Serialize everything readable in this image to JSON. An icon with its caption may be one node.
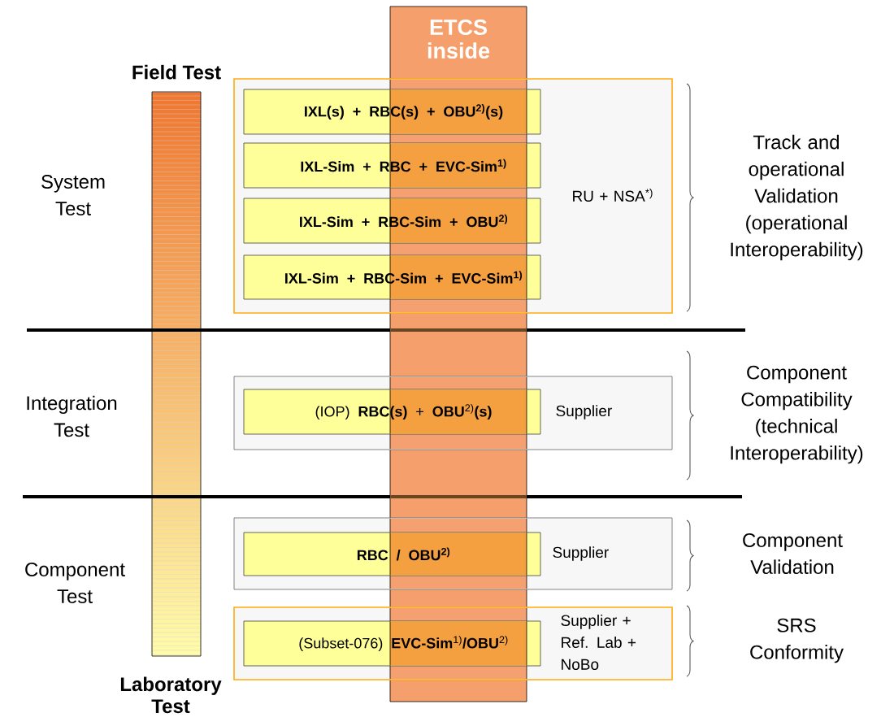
{
  "diagram": {
    "nodes": [
      {
        "text": [
          "RU + NSA$^{*)}$"
        ]
      },
      {
        "text": [
          "IXL(s)  +  RBC(s)  +  OBU$^{2)}$(s)"
        ],
        "in": 0
      },
      {
        "text": [
          "IXL-Sim  +  RBC  +  EVC-Sim$^{1)}$"
        ],
        "in": 0
      },
      {
        "text": [
          "IXL-Sim  + RBC-Sim  +  OBU$^{2)}$"
        ],
        "in": 0
      },
      {
        "text": [
          "IXL-Sim + RBC-Sim + EVC-Sim$^{1)}$"
        ],
        "in": 0
      },
      {
        "text": [
          "Supplier"
        ]
      },
      {
        "text": [
          "(IOP)  **RBC(s)**  +  **OBU**$^{2)}$**(s)**"
        ],
        "in": 5
      },
      {
        "text": [
          "Supplier"
        ]
      },
      {
        "text": [
          "RBC  /  OBU$^{2)}$"
        ],
        "in": 7
      },
      {
        "text": [
          "Supplier + Ref. Lab + NoBo"
        ]
      },
      {
        "text": [
          "(Subset-076)  **EVC-Sim**$^{1)}$**/OBU**$^{2)}$"
        ],
        "in": 9
      },
      {
        "text": [
          "ETCS inside"
        ]
      },
      {
        "text": [
          "Field Test",
          "Laboratory Test"
        ]
      }
    ],
    "labels": [
      "System Test",
      "Integration Test",
      "Component Test",
      "Track and operational Validation (operational Interoperability)",
      "Component Compatibility (technical Interoperability)",
      "Component Validation",
      "SRS Conformity"
    ]
  }
}
